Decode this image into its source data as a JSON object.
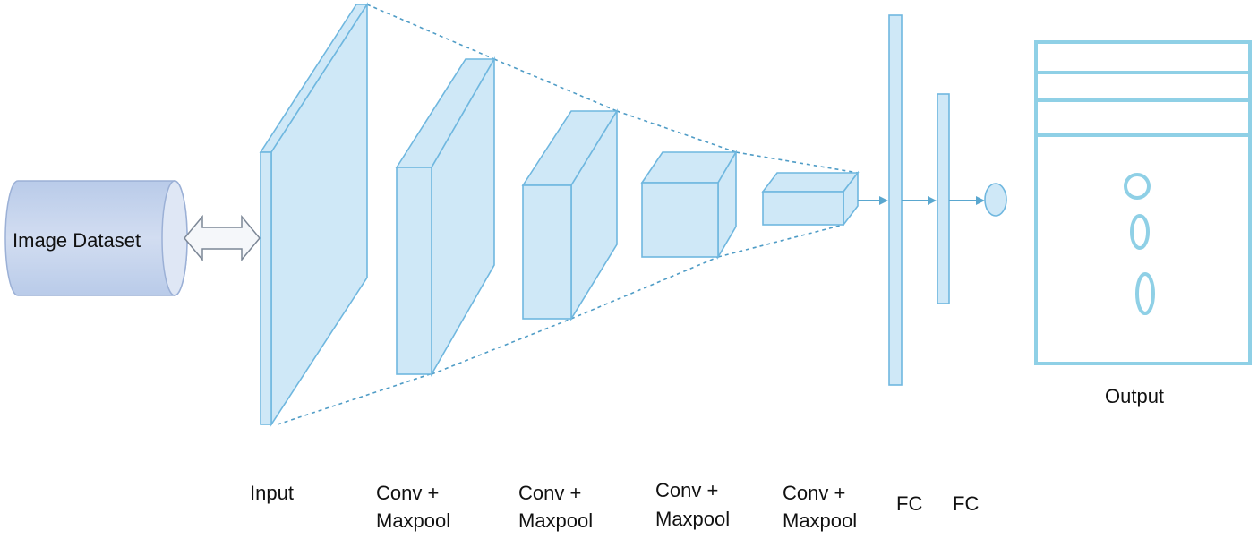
{
  "dataset": {
    "label": "Image Dataset"
  },
  "layers": [
    {
      "label_line1": "Input",
      "label_line2": ""
    },
    {
      "label_line1": "Conv +",
      "label_line2": "Maxpool"
    },
    {
      "label_line1": "Conv +",
      "label_line2": "Maxpool"
    },
    {
      "label_line1": "Conv +",
      "label_line2": "Maxpool"
    },
    {
      "label_line1": "Conv +",
      "label_line2": "Maxpool"
    }
  ],
  "fc_layers": [
    {
      "label": "FC"
    },
    {
      "label": "FC"
    }
  ],
  "output": {
    "label": "Output"
  },
  "colors": {
    "block_face": "#cfe8f7",
    "block_edge": "#6fb7df",
    "output_stroke": "#8fd0e6",
    "cylinder_fill": "#c4d3ec",
    "cylinder_edge": "#9bb0d6"
  }
}
